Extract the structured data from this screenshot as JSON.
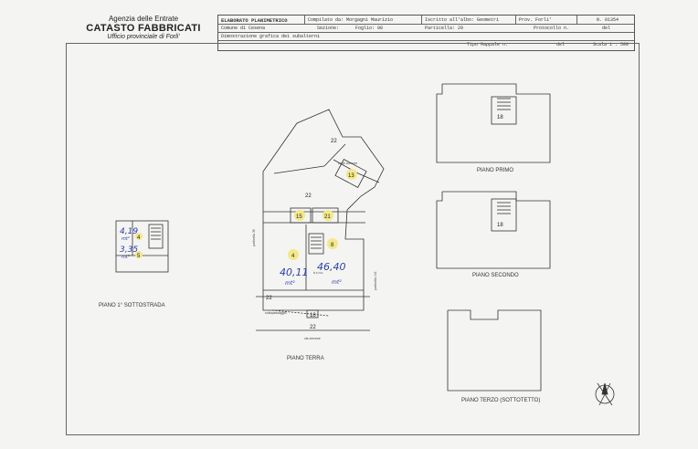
{
  "logo": {
    "agency": "Agenzia delle Entrate",
    "title": "CATASTO FABBRICATI",
    "office_prefix": "Ufficio provinciale di",
    "office_city": "Forli'"
  },
  "header": {
    "doc_type": "ELABORATO PLANIMETRICO",
    "compiled_by": "Compilato da: Morgagni Maurizio",
    "registered": "Iscritto all'albo: Geometri",
    "prov": "Prov. Forli'",
    "number": "N. 01354",
    "comune": "Comune di Cesena",
    "sezione": "Sezione:",
    "foglio": "Foglio: 98",
    "particella": "Particella: 29",
    "protocollo": "Protocollo n.",
    "del": "del",
    "dimostrazione": "Dimostrazione grafica dei subalterni",
    "tipo_mappale": "Tipo Mappale n.",
    "del2": "del",
    "scala": "Scala 1 : 500"
  },
  "plans": {
    "piano_primo": "PIANO PRIMO",
    "piano_secondo": "PIANO SECONDO",
    "piano_terzo": "PIANO TERZO (SOTTOTETTO)",
    "piano_terra": "PIANO TERRA",
    "piano_sottostrada": "PIANO 1° SOTTOSTRADA"
  },
  "rooms": {
    "r18a": "18",
    "r18b": "18",
    "r13": "13",
    "r22_top": "22",
    "r22_mid": "22",
    "r15": "15",
    "r21": "21",
    "r4": "4",
    "r8": "8",
    "r22_left": "22",
    "r18_bottom": "18",
    "r22_bottom": "22",
    "r4_basement": "4",
    "r5_basement": "5",
    "corte_comune": "corte comune",
    "bcnc": "b.c.n.c.",
    "via": "via cervese",
    "particella_35": "particella 35",
    "particella_141": "particella 141",
    "sottopassaggio": "sottopassaggio"
  },
  "handwritten": {
    "area1": "40,11",
    "area1_unit": "mt²",
    "area2": "46,40",
    "area2_unit": "mt²",
    "b_area1": "4,19",
    "b_unit1": "mt²",
    "b_area2": "3,35",
    "b_unit2": "mt²"
  }
}
